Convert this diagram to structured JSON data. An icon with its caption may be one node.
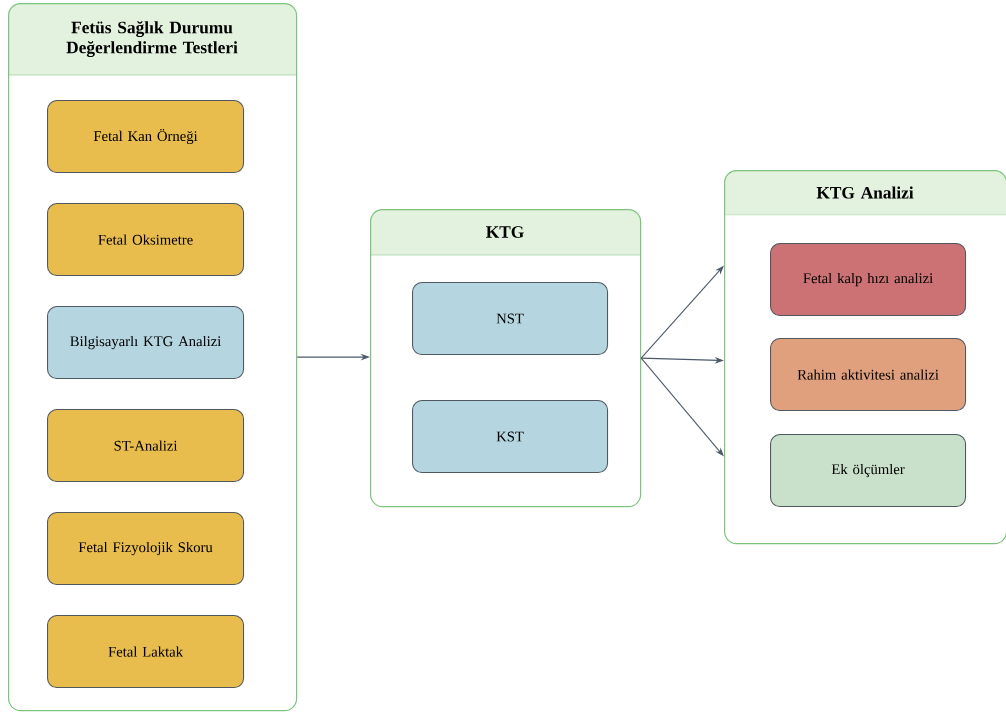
{
  "diagram": {
    "nodes": [
      {
        "text": [
          "Fetüs Sağlık Durumu Değerlendirme Testleri"
        ]
      },
      {
        "text": [
          "Fetal Kan Örneği"
        ],
        "in": 0
      },
      {
        "text": [
          "Fetal Oksimetre"
        ],
        "in": 0
      },
      {
        "text": [
          "Bilgisayarlı KTG Analizi"
        ],
        "in": 0
      },
      {
        "text": [
          "ST-Analizi"
        ],
        "in": 0
      },
      {
        "text": [
          "Fetal Fizyolojik Skoru"
        ],
        "in": 0
      },
      {
        "text": [
          "Fetal Laktak"
        ],
        "in": 0
      },
      {
        "text": [
          "KTG"
        ]
      },
      {
        "text": [
          "NST"
        ],
        "in": 7
      },
      {
        "text": [
          "KST"
        ],
        "in": 7
      },
      {
        "text": [
          "KTG Analizi"
        ]
      },
      {
        "text": [
          "Fetal kalp hızı analizi"
        ],
        "in": 10
      },
      {
        "text": [
          "Rahim aktivitesi analizi"
        ],
        "in": 10
      },
      {
        "text": [
          "Ek ölçümler"
        ],
        "in": 10
      }
    ],
    "edges": [
      {
        "from": 0,
        "to": 7,
        "arrow": "to"
      },
      {
        "from": 7,
        "to": 10,
        "arrow": "to"
      },
      {
        "from": 7,
        "to": 10,
        "arrow": "to"
      },
      {
        "from": 7,
        "to": 10,
        "arrow": "to"
      }
    ]
  }
}
